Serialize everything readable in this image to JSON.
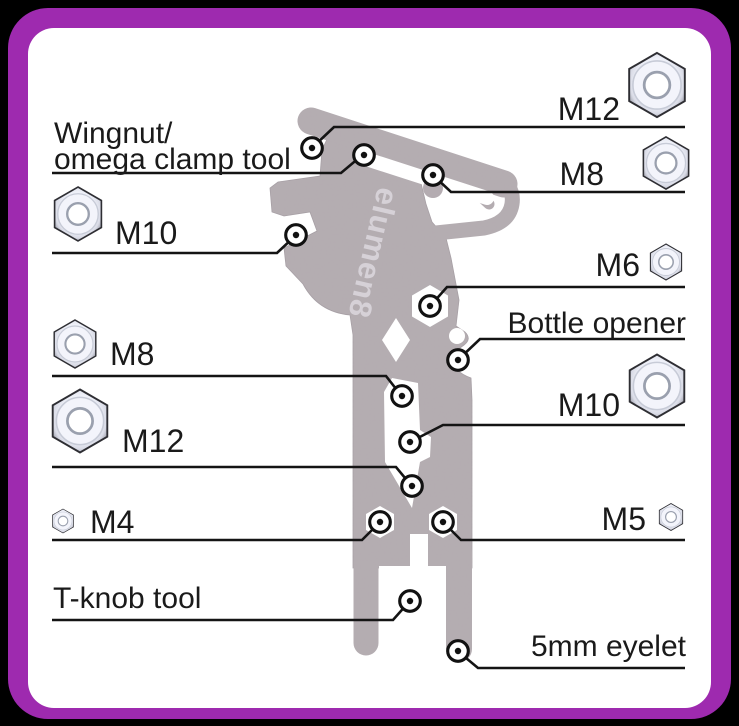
{
  "figure": {
    "type": "annotated-product-diagram",
    "background_color": "#000000",
    "frame_color": "#9e2aaf",
    "panel_color": "#ffffff",
    "line_color": "#141414",
    "text_color": "#1a1a1a"
  },
  "tool": {
    "brand_text": "elumen8",
    "body_color": "#b4acb1"
  },
  "callouts": {
    "left": [
      {
        "id": "wingnut",
        "line1": "Wingnut/",
        "line2": "omega clamp tool"
      },
      {
        "id": "m10_left",
        "label": "M10",
        "nut": true
      },
      {
        "id": "m8_left",
        "label": "M8",
        "nut": true
      },
      {
        "id": "m12_left",
        "label": "M12",
        "nut": true
      },
      {
        "id": "m4",
        "label": "M4",
        "nut": true
      },
      {
        "id": "tknob",
        "label": "T-knob tool"
      }
    ],
    "right": [
      {
        "id": "m12_right",
        "label": "M12",
        "nut": true
      },
      {
        "id": "m8_right",
        "label": "M8",
        "nut": true
      },
      {
        "id": "m6",
        "label": "M6",
        "nut": true
      },
      {
        "id": "bottle_opener",
        "label": "Bottle opener"
      },
      {
        "id": "m10_right",
        "label": "M10",
        "nut": true
      },
      {
        "id": "m5",
        "label": "M5",
        "nut": true
      },
      {
        "id": "eyelet",
        "label": "5mm eyelet"
      }
    ]
  }
}
